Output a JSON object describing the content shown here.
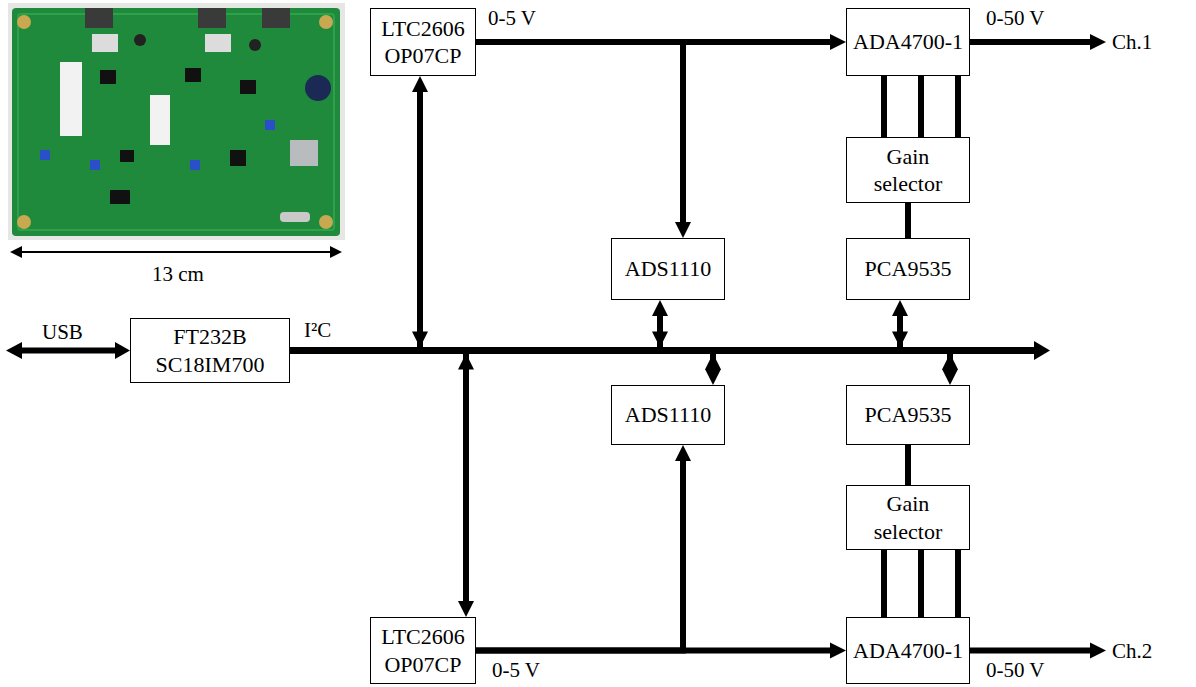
{
  "diagram": {
    "nodes": [
      {
        "text": [
          "LTC2606 OP07CP"
        ]
      },
      {
        "text": [
          "ADA4700-1"
        ]
      },
      {
        "text": [
          "Gain selector"
        ]
      },
      {
        "text": [
          "ADS1110"
        ]
      },
      {
        "text": [
          "PCA9535"
        ]
      },
      {
        "text": [
          "FT232B SC18IM700"
        ]
      },
      {
        "text": [
          "ADS1110"
        ]
      },
      {
        "text": [
          "PCA9535"
        ]
      },
      {
        "text": [
          "Gain selector"
        ]
      },
      {
        "text": [
          "LTC2606 OP07CP"
        ]
      },
      {
        "text": [
          "ADA4700-1"
        ]
      }
    ],
    "edges": [
      {
        "from": 0,
        "to": 1,
        "arrow": "to",
        "label": "0-5 V"
      },
      {
        "from": 0,
        "to": 3,
        "arrow": "to"
      },
      {
        "from": 1,
        "to": 2,
        "arrow": "none"
      },
      {
        "from": 1,
        "to": 2,
        "arrow": "none"
      },
      {
        "from": 1,
        "to": 2,
        "arrow": "none"
      },
      {
        "from": 2,
        "to": 4,
        "arrow": "none"
      },
      {
        "from": 5,
        "to": 0,
        "arrow": "both"
      },
      {
        "from": 5,
        "to": 3,
        "arrow": "both"
      },
      {
        "from": 5,
        "to": 4,
        "arrow": "both"
      },
      {
        "from": 5,
        "to": 6,
        "arrow": "both"
      },
      {
        "from": 5,
        "to": 7,
        "arrow": "both"
      },
      {
        "from": 5,
        "to": 9,
        "arrow": "both"
      },
      {
        "from": 9,
        "to": 10,
        "arrow": "to",
        "label": "0-5 V"
      },
      {
        "from": 9,
        "to": 6,
        "arrow": "to"
      },
      {
        "from": 7,
        "to": 8,
        "arrow": "none"
      },
      {
        "from": 8,
        "to": 10,
        "arrow": "none"
      },
      {
        "from": 8,
        "to": 10,
        "arrow": "none"
      },
      {
        "from": 8,
        "to": 10,
        "arrow": "none"
      }
    ],
    "labels": [
      "13 cm",
      "USB",
      "I²C",
      "0-50 V",
      "Ch.1",
      "0-50 V",
      "Ch.2"
    ]
  }
}
